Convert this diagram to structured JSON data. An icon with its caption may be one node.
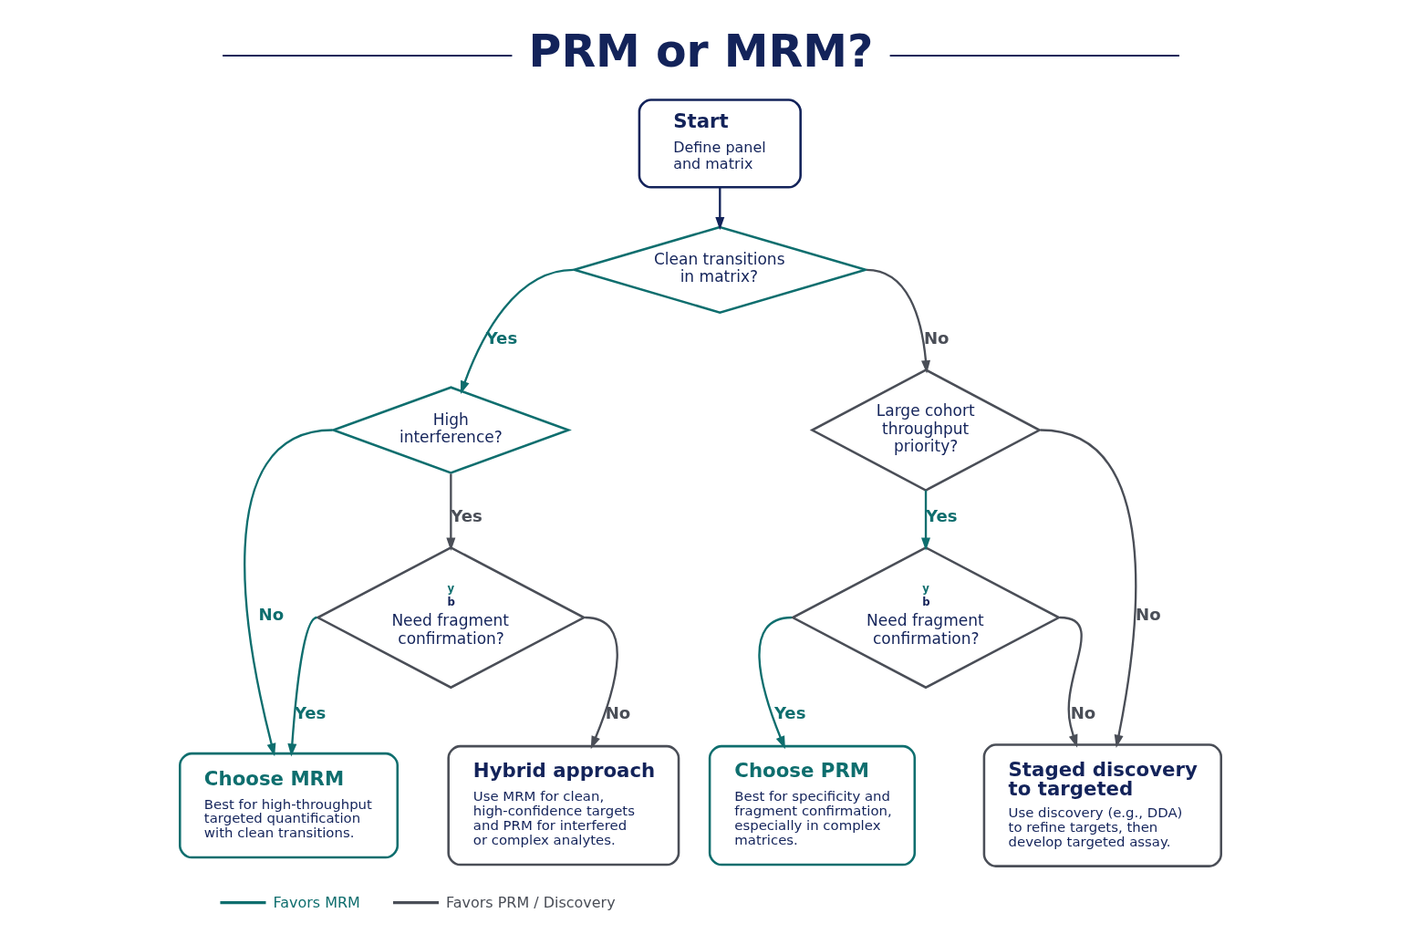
{
  "diagram": {
    "title": "PRM or MRM?",
    "nodes": [
      {
        "text": [
          "Start",
          "Define panel and matrix"
        ]
      },
      {
        "text": [
          "Clean transitions in matrix?"
        ]
      },
      {
        "text": [
          "High interference?"
        ]
      },
      {
        "text": [
          "Large cohort throughput priority?"
        ]
      },
      {
        "text": [
          "y",
          "b",
          "Need fragment confirmation?"
        ]
      },
      {
        "text": [
          "y",
          "b",
          "Need fragment confirmation?"
        ]
      },
      {
        "text": [
          "Choose MRM",
          "Best for high-throughput targeted quantification with clean transitions."
        ]
      },
      {
        "text": [
          "Hybrid approach",
          "Use MRM for clean, high-confidence targets and PRM for interfered or complex analytes."
        ]
      },
      {
        "text": [
          "Choose PRM",
          "Best for specificity and fragment confirmation, especially in complex matrices."
        ]
      },
      {
        "text": [
          "Staged discovery to targeted",
          "Use discovery (e.g., DDA) to refine targets, then develop targeted assay."
        ]
      }
    ],
    "edges": [
      {
        "from": 0,
        "to": 1,
        "arrow": "to",
        "color": "#13235a"
      },
      {
        "from": 1,
        "to": 2,
        "arrow": "to",
        "label": "Yes",
        "color": "#0e6e6e"
      },
      {
        "from": 1,
        "to": 3,
        "arrow": "to",
        "label": "No",
        "color": "#4a4e57"
      },
      {
        "from": 2,
        "to": 6,
        "arrow": "to",
        "label": "No",
        "color": "#0e6e6e"
      },
      {
        "from": 2,
        "to": 4,
        "arrow": "to",
        "label": "Yes",
        "color": "#4a4e57"
      },
      {
        "from": 3,
        "to": 9,
        "arrow": "to",
        "label": "No",
        "color": "#4a4e57"
      },
      {
        "from": 3,
        "to": 5,
        "arrow": "to",
        "label": "Yes",
        "color": "#0e6e6e"
      },
      {
        "from": 4,
        "to": 6,
        "arrow": "to",
        "label": "Yes",
        "color": "#0e6e6e"
      },
      {
        "from": 4,
        "to": 7,
        "arrow": "to",
        "label": "No",
        "color": "#4a4e57"
      },
      {
        "from": 5,
        "to": 8,
        "arrow": "to",
        "label": "Yes",
        "color": "#0e6e6e"
      },
      {
        "from": 5,
        "to": 9,
        "arrow": "to",
        "label": "No",
        "color": "#4a4e57"
      }
    ],
    "legend": [
      {
        "text": "Favors MRM",
        "color": "#0e6e6e"
      },
      {
        "text": "Favors PRM / Discovery",
        "color": "#4a4e57"
      }
    ]
  }
}
